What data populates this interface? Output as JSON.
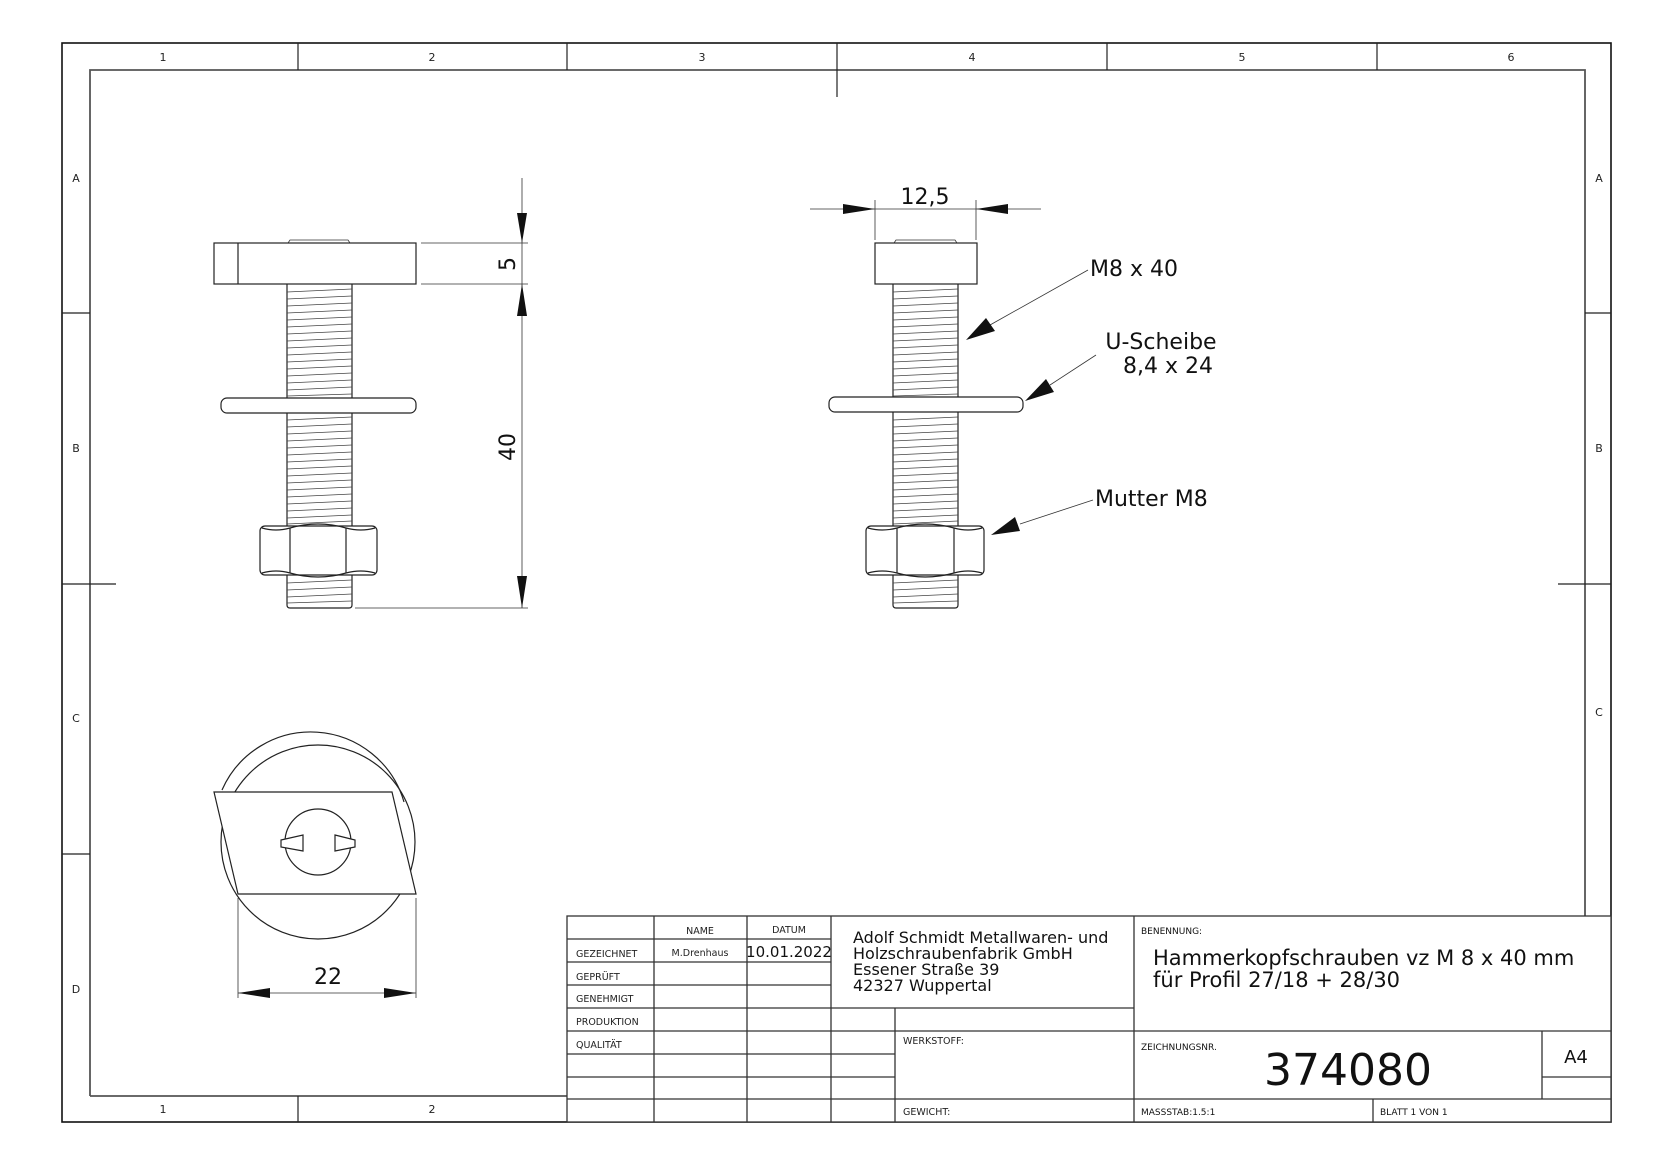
{
  "sheet": {
    "columns_top": [
      "1",
      "2",
      "3",
      "4",
      "5",
      "6"
    ],
    "columns_bottom": [
      "1",
      "2"
    ],
    "rows_left": [
      "A",
      "B",
      "C",
      "D"
    ],
    "rows_right": [
      "A",
      "B",
      "C"
    ]
  },
  "views": {
    "side_left": {
      "dim_head_height": "5",
      "dim_length": "40"
    },
    "side_right": {
      "dim_head_width": "12,5",
      "callout_bolt": "M8 x 40",
      "callout_washer_line1": "U-Scheibe",
      "callout_washer_line2": "8,4 x 24",
      "callout_nut": "Mutter M8"
    },
    "bottom": {
      "dim_diameter": "22"
    }
  },
  "title_block": {
    "header_name": "NAME",
    "header_date": "DATUM",
    "rows": [
      {
        "label": "GEZEICHNET",
        "name": "M.Drenhaus",
        "date": "10.01.2022"
      },
      {
        "label": "GEPRÜFT",
        "name": "",
        "date": ""
      },
      {
        "label": "GENEHMIGT",
        "name": "",
        "date": ""
      },
      {
        "label": "PRODUKTION",
        "name": "",
        "date": ""
      },
      {
        "label": "QUALITÄT",
        "name": "",
        "date": ""
      }
    ],
    "company": {
      "line1": "Adolf Schmidt Metallwaren- und",
      "line2": "Holzschraubenfabrik GmbH",
      "line3": "Essener Straße 39",
      "line4": "42327 Wuppertal"
    },
    "werkstoff_label": "WERKSTOFF:",
    "gewicht_label": "GEWICHT:",
    "benennung_label": "BENENNUNG:",
    "benennung_line1": "Hammerkopfschrauben vz M  8 x 40 mm",
    "benennung_line2": "für Profil 27/18 + 28/30",
    "zeichnungsnr_label": "ZEICHNUNGSNR.",
    "zeichnungsnr": "374080",
    "format": "A4",
    "massstab": "MASSSTAB:1.5:1",
    "blatt": "BLATT 1 VON 1"
  }
}
